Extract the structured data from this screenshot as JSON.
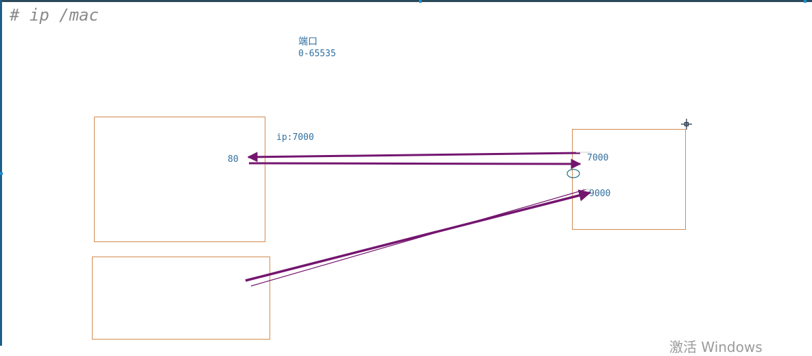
{
  "comment": "# ip /mac",
  "port_label": {
    "title": "端口",
    "range": "0-65535"
  },
  "labels": {
    "ip_port": "ip:7000",
    "left_port": "80",
    "right_port_top": "7000",
    "right_port_bottom": "9000"
  },
  "watermark": "激活 Windows",
  "colors": {
    "arrow": "#74156f",
    "box_border": "#d18a4e",
    "label_text": "#2f6f9f",
    "comment_text": "#8a8a8a"
  }
}
